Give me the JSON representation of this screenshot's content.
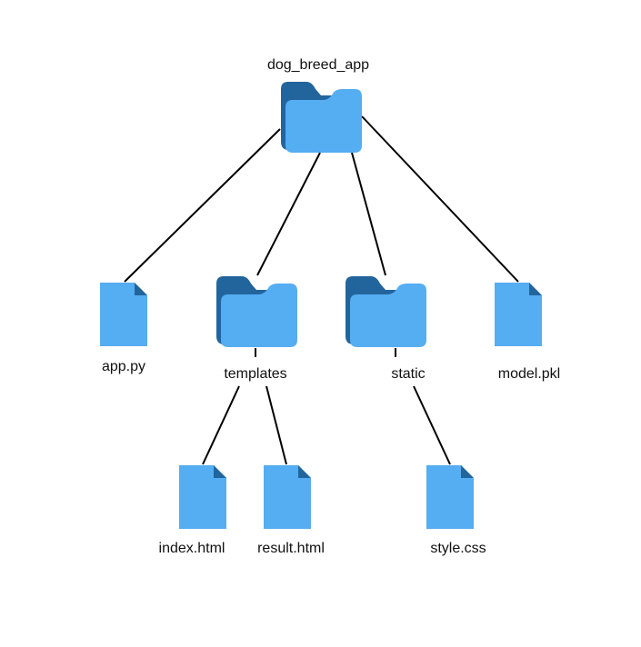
{
  "colors": {
    "icon_light": "#55adf2",
    "icon_dark": "#22659c",
    "line": "#000000",
    "text": "#111111",
    "background": "#ffffff"
  },
  "tree": {
    "root": {
      "name": "dog_breed_app",
      "type": "folder",
      "icon": "folder-icon"
    },
    "level1": [
      {
        "name": "app.py",
        "type": "file",
        "icon": "file-icon"
      },
      {
        "name": "templates",
        "type": "folder",
        "icon": "folder-icon"
      },
      {
        "name": "static",
        "type": "folder",
        "icon": "folder-icon"
      },
      {
        "name": "model.pkl",
        "type": "file",
        "icon": "file-icon"
      }
    ],
    "templates_children": [
      {
        "name": "index.html",
        "type": "file",
        "icon": "file-icon"
      },
      {
        "name": "result.html",
        "type": "file",
        "icon": "file-icon"
      }
    ],
    "static_children": [
      {
        "name": "style.css",
        "type": "file",
        "icon": "file-icon"
      }
    ]
  }
}
